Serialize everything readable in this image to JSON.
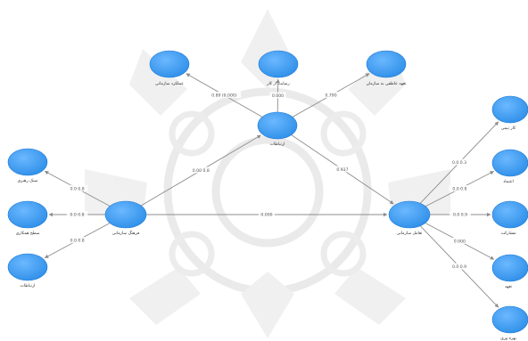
{
  "nodes": [
    {
      "id": "n_top_left",
      "label": "عملکرد سازمانی",
      "value": "",
      "style": "indicator"
    },
    {
      "id": "n_top_mid",
      "label": "رضایت از کار",
      "value": "",
      "style": "indicator"
    },
    {
      "id": "n_top_right",
      "label": "تعهد عاطفی به سازمان",
      "value": "",
      "style": "indicator"
    },
    {
      "id": "n_center_top",
      "label": "ارتباطات",
      "value": "",
      "style": "construct"
    },
    {
      "id": "n_left_center",
      "label": "فرهنگ سازمانی",
      "value": "",
      "style": "construct"
    },
    {
      "id": "n_right_center",
      "label": "تعامل سازمانی",
      "value": "",
      "style": "construct"
    },
    {
      "id": "n_left_top",
      "label": "سبک رهبری",
      "value": "",
      "style": "indicator"
    },
    {
      "id": "n_left_mid",
      "label": "سطح همکاری",
      "value": "",
      "style": "indicator"
    },
    {
      "id": "n_left_bot",
      "label": "ارتباطات",
      "value": "",
      "style": "indicator"
    },
    {
      "id": "n_right_1",
      "label": "کار تیمی",
      "value": "",
      "style": "indicator"
    },
    {
      "id": "n_right_2",
      "label": "اعتماد",
      "value": "",
      "style": "indicator"
    },
    {
      "id": "n_right_3",
      "label": "مشارکت",
      "value": "",
      "style": "indicator"
    },
    {
      "id": "n_right_4",
      "label": "تعهد",
      "value": "",
      "style": "indicator"
    },
    {
      "id": "n_right_5",
      "label": "بهره وری",
      "value": "",
      "style": "indicator"
    }
  ],
  "edges": [
    {
      "from": "n_center_top",
      "to": "n_top_left",
      "label": "0.89 (0.000)"
    },
    {
      "from": "n_center_top",
      "to": "n_top_mid",
      "label": "0.000"
    },
    {
      "from": "n_center_top",
      "to": "n_top_right",
      "label": "0.790"
    },
    {
      "from": "n_left_center",
      "to": "n_center_top",
      "label": "0.00 0.8"
    },
    {
      "from": "n_center_top",
      "to": "n_right_center",
      "label": "0.937"
    },
    {
      "from": "n_left_center",
      "to": "n_left_top",
      "label": "0.0 0.8"
    },
    {
      "from": "n_left_center",
      "to": "n_left_mid",
      "label": "0.0 0.8"
    },
    {
      "from": "n_left_center",
      "to": "n_left_bot",
      "label": "0.0 0.8"
    },
    {
      "from": "n_left_center",
      "to": "n_right_center",
      "label": "0.000"
    },
    {
      "from": "n_right_center",
      "to": "n_right_1",
      "label": "0.0 0.3"
    },
    {
      "from": "n_right_center",
      "to": "n_right_2",
      "label": "0.0 0.8"
    },
    {
      "from": "n_right_center",
      "to": "n_right_3",
      "label": "0.0 0.9"
    },
    {
      "from": "n_right_center",
      "to": "n_right_4",
      "label": "0.000"
    },
    {
      "from": "n_right_center",
      "to": "n_right_5",
      "label": "0.0 0.9"
    }
  ],
  "colors": {
    "node_fill": "#2e8fe8",
    "node_fill_light": "#5cb0ff",
    "edge": "#8d8d8d",
    "watermark": "#e7e7e7"
  }
}
